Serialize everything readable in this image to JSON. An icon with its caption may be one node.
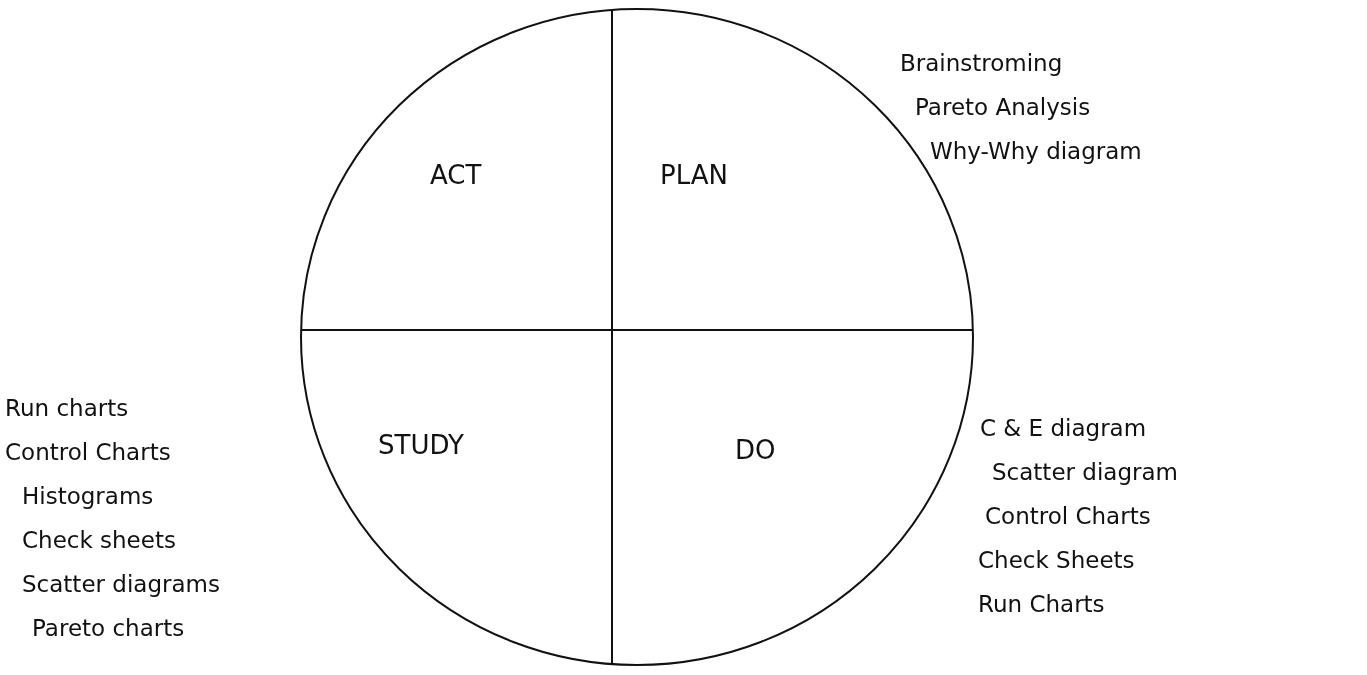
{
  "diagram": {
    "nodes": [
      {
        "text": [
          "ACT"
        ]
      },
      {
        "text": [
          "PLAN"
        ],
        "beside": [
          "Brainstroming",
          "Pareto Analysis",
          "Why-Why diagram"
        ]
      },
      {
        "text": [
          "STUDY"
        ],
        "beside": [
          "Run charts",
          "Control Charts",
          "Histograms",
          "Check sheets",
          "Scatter diagrams",
          "Pareto charts"
        ]
      },
      {
        "text": [
          "DO"
        ],
        "beside": [
          "C & E diagram",
          "Scatter diagram",
          "Control Charts",
          "Check Sheets",
          "Run Charts"
        ]
      }
    ],
    "edges": []
  }
}
